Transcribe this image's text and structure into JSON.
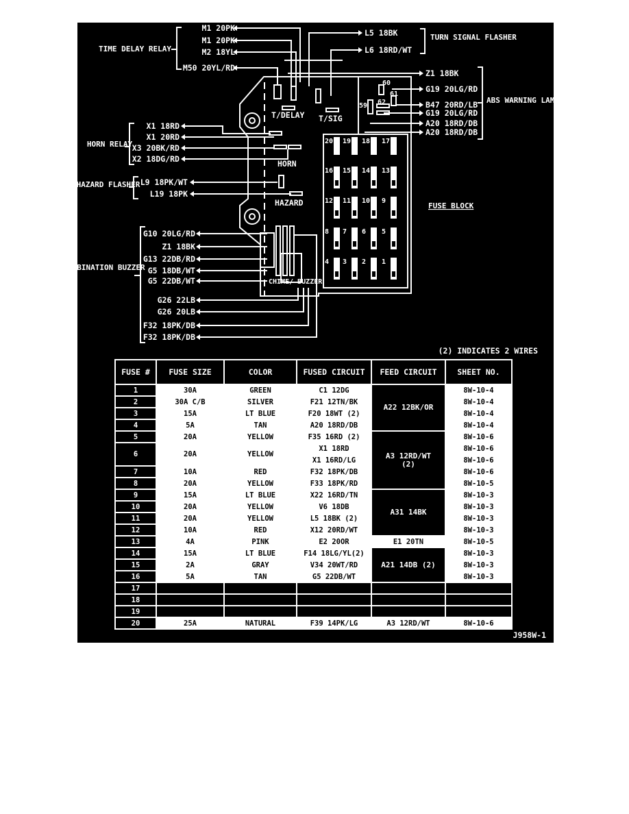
{
  "colors": {
    "background": "#000000",
    "ink": "#ffffff"
  },
  "note": "(2) INDICATES 2 WIRES",
  "figure_id": "J958W-1",
  "diagram": {
    "fuse_block_title": "FUSE BLOCK",
    "groups": {
      "time_delay_relay": "TIME DELAY RELAY",
      "turn_signal_flasher": "TURN SIGNAL FLASHER",
      "abs_warning_lamp_relay": "ABS WARNING LAMP RELAY",
      "horn_relay": "HORN RELAY",
      "hazard_flasher": "HAZARD FLASHER",
      "combination_buzzer": "COMBINATION BUZZER"
    },
    "component_labels": {
      "t_delay": "T/DELAY",
      "t_sig": "T/SIG",
      "horn": "HORN",
      "hazard": "HAZARD",
      "chime_buzzer": "CHIME/ BUZZER"
    },
    "wires": {
      "m1_top": "M1 20PK",
      "m1_second": "M1 20PK",
      "m2": "M2 18YL",
      "m50": "M50 20YL/RD",
      "l5": "L5 18BK",
      "l6": "L6 18RD/WT",
      "z1_top": "Z1 18BK",
      "g19_top": "G19 20LG/RD",
      "b47": "B47 20RD/LB",
      "g19_bottom": "G19 20LG/RD",
      "a20_top": "A20 18RD/DB",
      "a20_bottom": "A20 18RD/DB",
      "x1_18rd": "X1 18RD",
      "x1_20rd": "X1 20RD",
      "x3": "X3 20BK/RD",
      "x2": "X2 18DG/RD",
      "l9": "L9 18PK/WT",
      "l19": "L19 18PK",
      "g10": "G10 20LG/RD",
      "z1_bottom": "Z1 18BK",
      "g13": "G13 22DB/RD",
      "g5_18": "G5 18DB/WT",
      "g5_22": "G5 22DB/WT",
      "g26_22": "G26 22LB",
      "g26_20": "G26 20LB",
      "f32_a": "F32 18PK/DB",
      "f32_b": "F32 18PK/DB"
    },
    "relay_numbers": [
      "59",
      "60",
      "61",
      "62"
    ],
    "fuse_numbers": {
      "row1": [
        "20",
        "19",
        "18",
        "17"
      ],
      "row2": [
        "16",
        "15",
        "14",
        "13"
      ],
      "row3": [
        "12",
        "11",
        "10",
        "9"
      ],
      "row4": [
        "8",
        "7",
        "6",
        "5"
      ],
      "row5": [
        "4",
        "3",
        "2",
        "1"
      ]
    }
  },
  "table": {
    "headers": {
      "fuse": "FUSE #",
      "size": "FUSE SIZE",
      "color": "COLOR",
      "fused": "FUSED CIRCUIT",
      "feed": "FEED CIRCUIT",
      "sheet": "SHEET NO."
    },
    "rows": [
      {
        "fuse": "1",
        "size": "30A",
        "color": "GREEN",
        "fused": "C1 12DG",
        "sheet": "8W-10-4"
      },
      {
        "fuse": "2",
        "size": "30A C/B",
        "color": "SILVER",
        "fused": "F21 12TN/BK",
        "sheet": "8W-10-4"
      },
      {
        "fuse": "3",
        "size": "15A",
        "color": "LT BLUE",
        "fused": "F20 18WT (2)",
        "sheet": "8W-10-4"
      },
      {
        "fuse": "4",
        "size": "5A",
        "color": "TAN",
        "fused": "A20 18RD/DB",
        "sheet": "8W-10-4"
      },
      {
        "fuse": "5",
        "size": "20A",
        "color": "YELLOW",
        "fused": "F35 16RD (2)",
        "sheet": "8W-10-6"
      },
      {
        "fuse": "6",
        "size": "20A",
        "color": "YELLOW",
        "fused": "X1 18RD",
        "fused2": "X1 16RD/LG",
        "sheet": "8W-10-6",
        "sheet2": "8W-10-6"
      },
      {
        "fuse": "7",
        "size": "10A",
        "color": "RED",
        "fused": "F32 18PK/DB",
        "sheet": "8W-10-6"
      },
      {
        "fuse": "8",
        "size": "20A",
        "color": "YELLOW",
        "fused": "F33 18PK/RD",
        "sheet": "8W-10-5"
      },
      {
        "fuse": "9",
        "size": "15A",
        "color": "LT BLUE",
        "fused": "X22 16RD/TN",
        "sheet": "8W-10-3"
      },
      {
        "fuse": "10",
        "size": "20A",
        "color": "YELLOW",
        "fused": "V6 18DB",
        "sheet": "8W-10-3"
      },
      {
        "fuse": "11",
        "size": "20A",
        "color": "YELLOW",
        "fused": "L5 18BK (2)",
        "sheet": "8W-10-3"
      },
      {
        "fuse": "12",
        "size": "10A",
        "color": "RED",
        "fused": "X12 20RD/WT",
        "sheet": "8W-10-3"
      },
      {
        "fuse": "13",
        "size": "4A",
        "color": "PINK",
        "fused": "E2 20OR",
        "sheet": "8W-10-5"
      },
      {
        "fuse": "14",
        "size": "15A",
        "color": "LT BLUE",
        "fused": "F14 18LG/YL(2)",
        "sheet": "8W-10-3"
      },
      {
        "fuse": "15",
        "size": "2A",
        "color": "GRAY",
        "fused": "V34 20WT/RD",
        "sheet": "8W-10-3"
      },
      {
        "fuse": "16",
        "size": "5A",
        "color": "TAN",
        "fused": "G5 22DB/WT",
        "sheet": "8W-10-3"
      },
      {
        "fuse": "17",
        "size": "",
        "color": "",
        "fused": "",
        "sheet": ""
      },
      {
        "fuse": "18",
        "size": "",
        "color": "",
        "fused": "",
        "sheet": ""
      },
      {
        "fuse": "19",
        "size": "",
        "color": "",
        "fused": "",
        "sheet": ""
      },
      {
        "fuse": "20",
        "size": "25A",
        "color": "NATURAL",
        "fused": "F39 14PK/LG",
        "sheet": "8W-10-6"
      }
    ],
    "feeds": {
      "a22": "A22 12BK/OR",
      "a3_line1": "A3 12RD/WT",
      "a3_line2": "(2)",
      "a31": "A31 14BK",
      "e1": "E1 20TN",
      "a21": "A21 14DB (2)",
      "a3_single": "A3 12RD/WT"
    }
  }
}
